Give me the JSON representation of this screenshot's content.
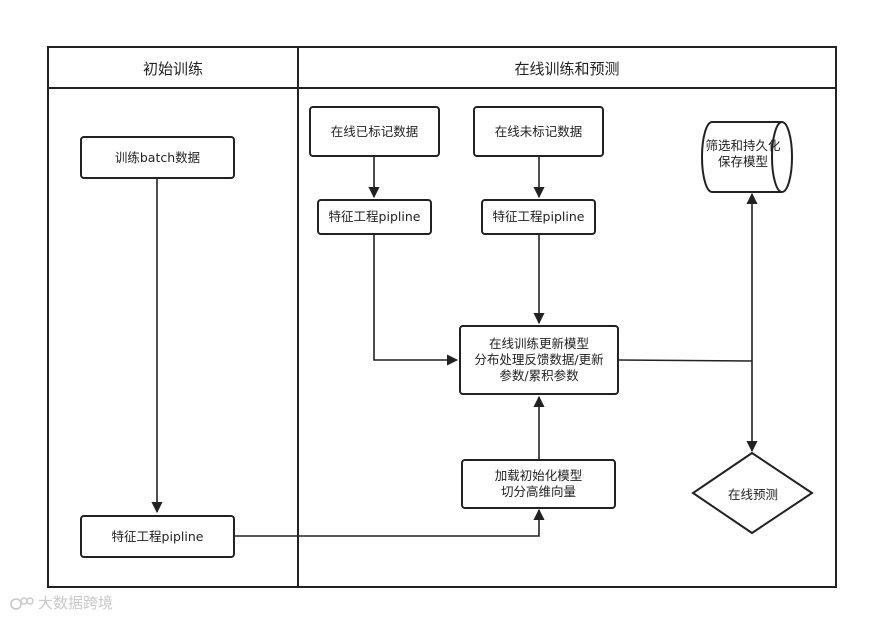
{
  "lanes": {
    "left_title": "初始训练",
    "right_title": "在线训练和预测"
  },
  "nodes": {
    "batch_data": "训练batch数据",
    "feature_left": "特征工程pipline",
    "labeled_data": "在线已标记数据",
    "unlabeled_data": "在线未标记数据",
    "feature_labeled": "特征工程pipline",
    "feature_unlabeled": "特征工程pipline",
    "update_model": "在线训练更新模型\n分布处理反馈数据/更新\n参数/累积参数",
    "load_model": "加载初始化模型\n切分高维向量",
    "store_model": "筛选和持久化\n保存模型",
    "predict": "在线预测"
  },
  "watermark": "大数据跨境"
}
